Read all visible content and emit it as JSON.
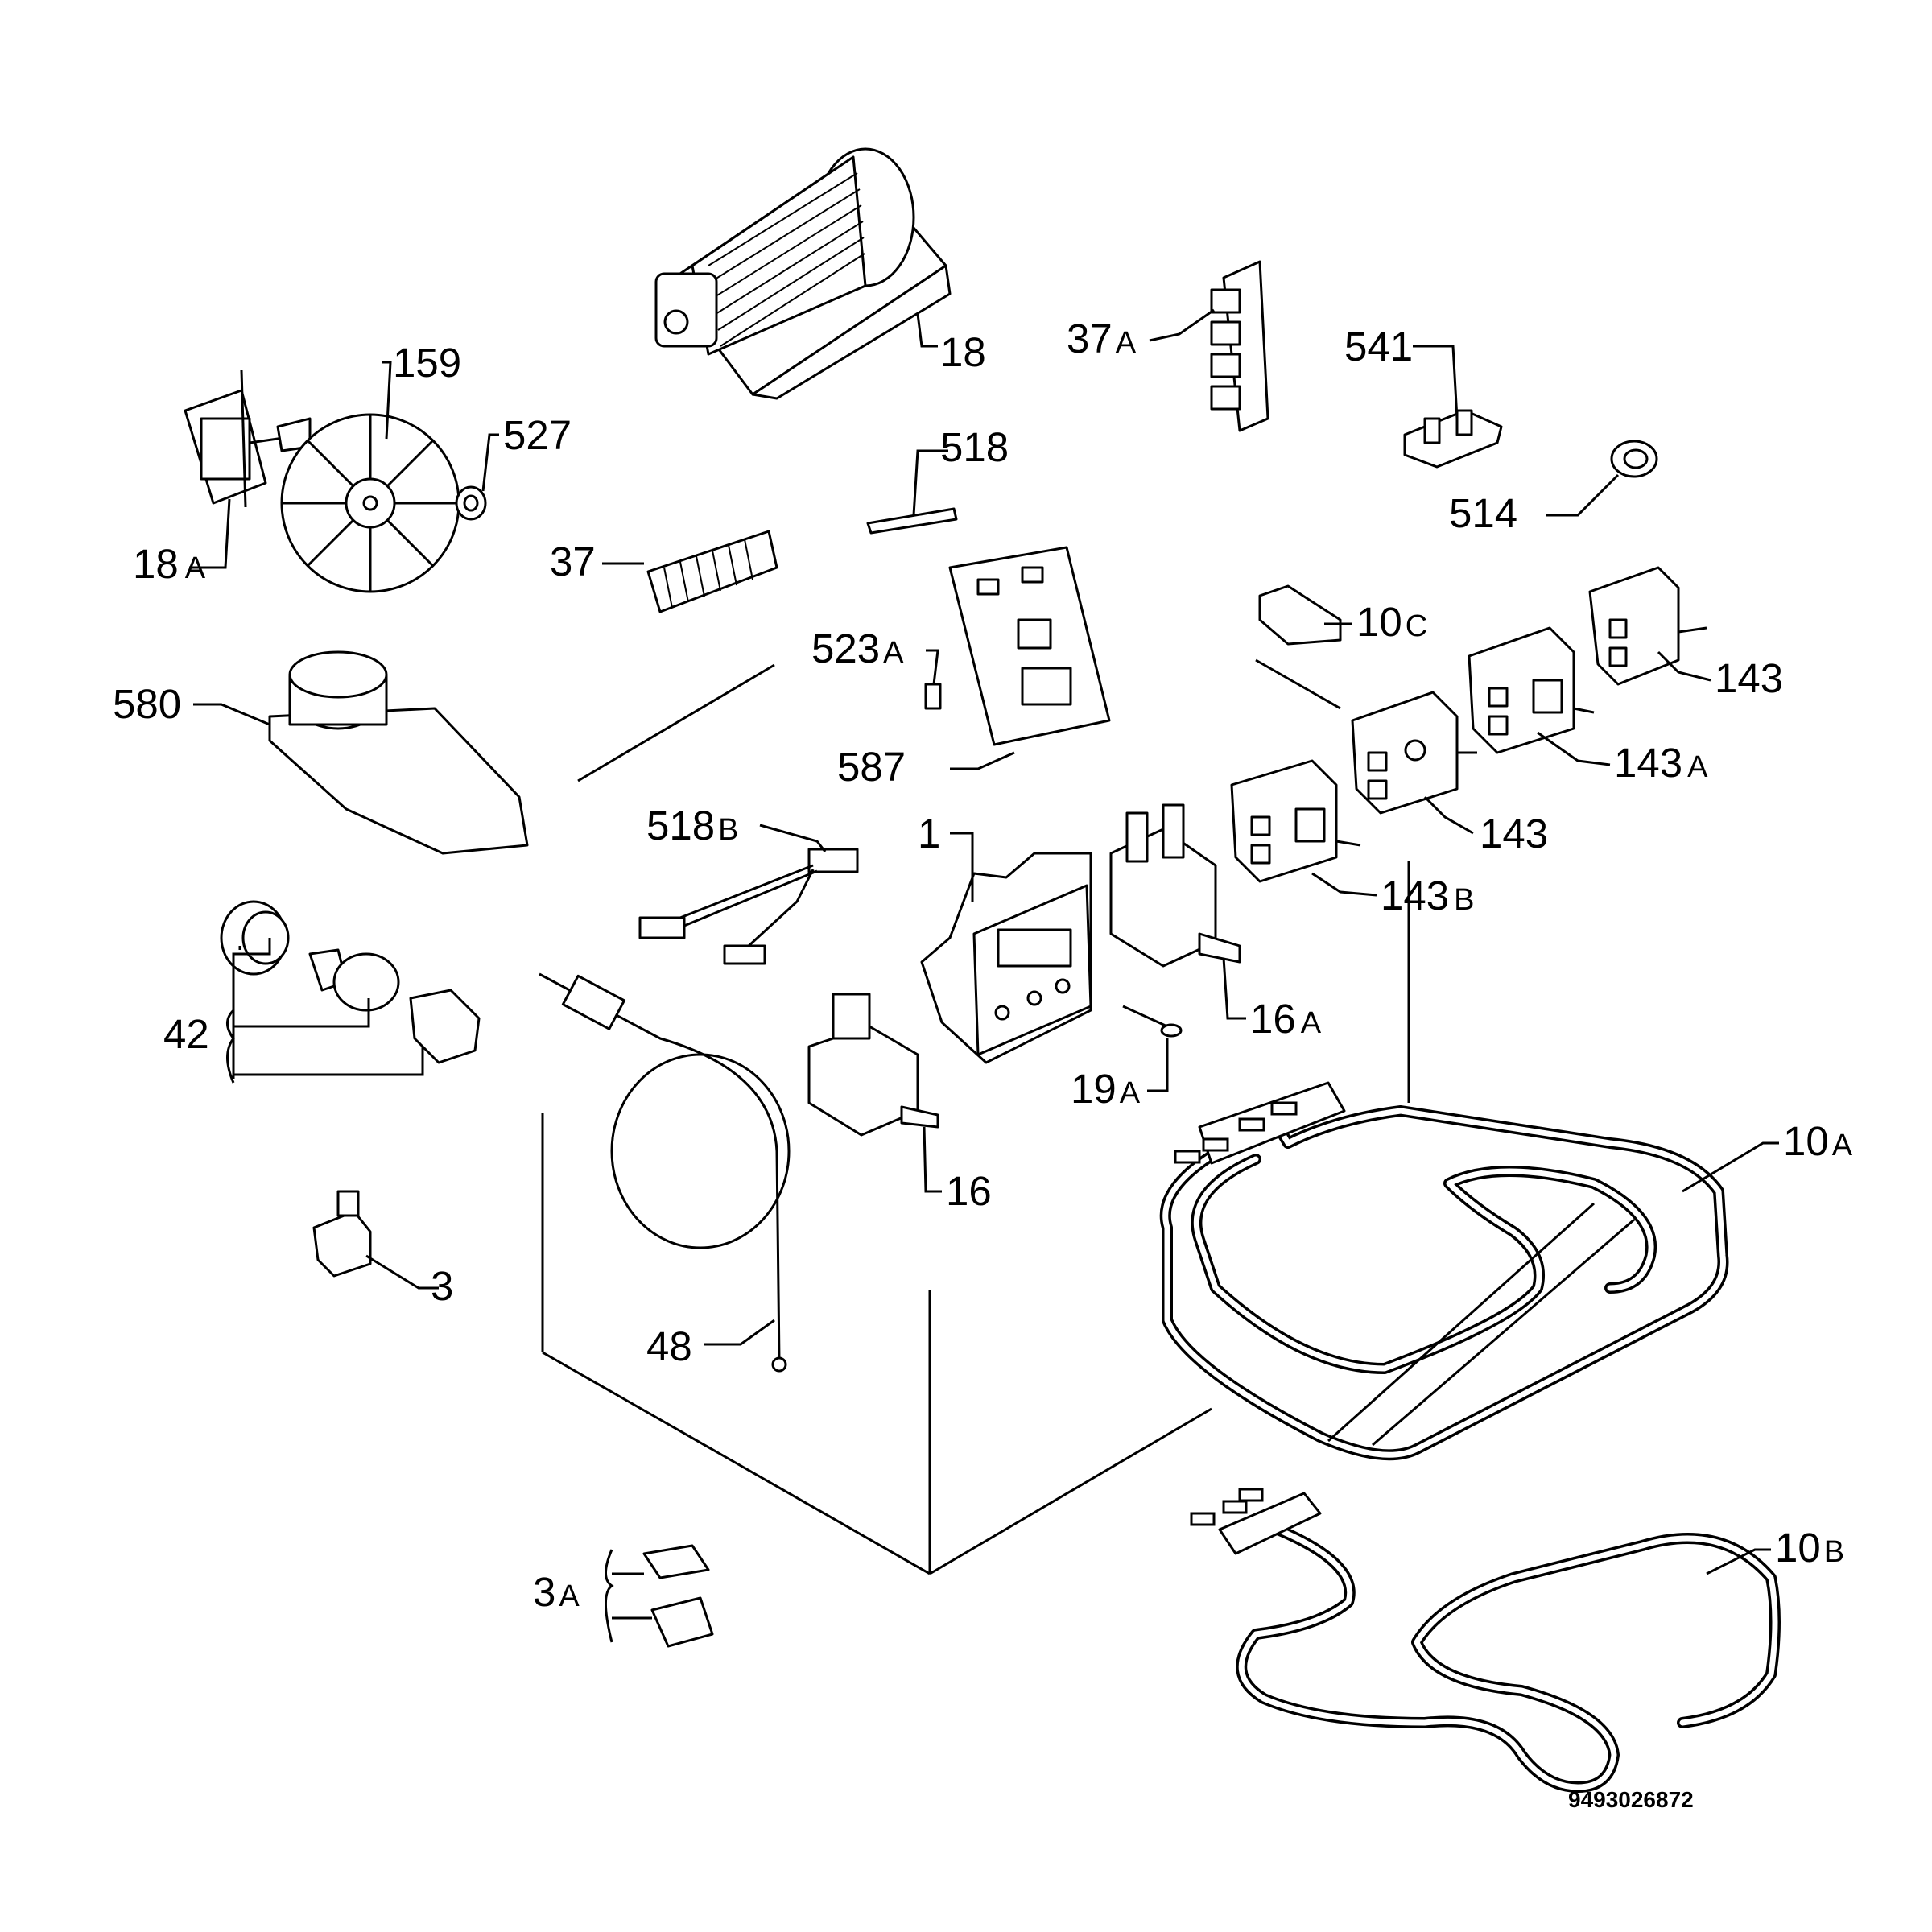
{
  "labels": {
    "l18": {
      "main": "18",
      "suffix": ""
    },
    "l159": {
      "main": "159",
      "suffix": ""
    },
    "l527": {
      "main": "527",
      "suffix": ""
    },
    "l18a": {
      "main": "18",
      "suffix": "A"
    },
    "l37a": {
      "main": "37",
      "suffix": "A"
    },
    "l541": {
      "main": "541",
      "suffix": ""
    },
    "l514": {
      "main": "514",
      "suffix": ""
    },
    "l518": {
      "main": "518",
      "suffix": ""
    },
    "l37": {
      "main": "37",
      "suffix": ""
    },
    "l10c": {
      "main": "10",
      "suffix": "C"
    },
    "l143_top": {
      "main": "143",
      "suffix": ""
    },
    "l523a": {
      "main": "523",
      "suffix": "A"
    },
    "l580": {
      "main": "580",
      "suffix": ""
    },
    "l587": {
      "main": "587",
      "suffix": ""
    },
    "l143a": {
      "main": "143",
      "suffix": "A"
    },
    "l518b": {
      "main": "518",
      "suffix": "B"
    },
    "l1": {
      "main": "1",
      "suffix": ""
    },
    "l143_mid": {
      "main": "143",
      "suffix": ""
    },
    "l143b": {
      "main": "143",
      "suffix": "B"
    },
    "l42": {
      "main": "42",
      "suffix": ""
    },
    "l16a": {
      "main": "16",
      "suffix": "A"
    },
    "l19a": {
      "main": "19",
      "suffix": "A"
    },
    "l10a": {
      "main": "10",
      "suffix": "A"
    },
    "l16": {
      "main": "16",
      "suffix": ""
    },
    "l3": {
      "main": "3",
      "suffix": ""
    },
    "l48": {
      "main": "48",
      "suffix": ""
    },
    "l10b": {
      "main": "10",
      "suffix": "B"
    },
    "l3a": {
      "main": "3",
      "suffix": "A"
    }
  },
  "reference_number": "9493026872"
}
